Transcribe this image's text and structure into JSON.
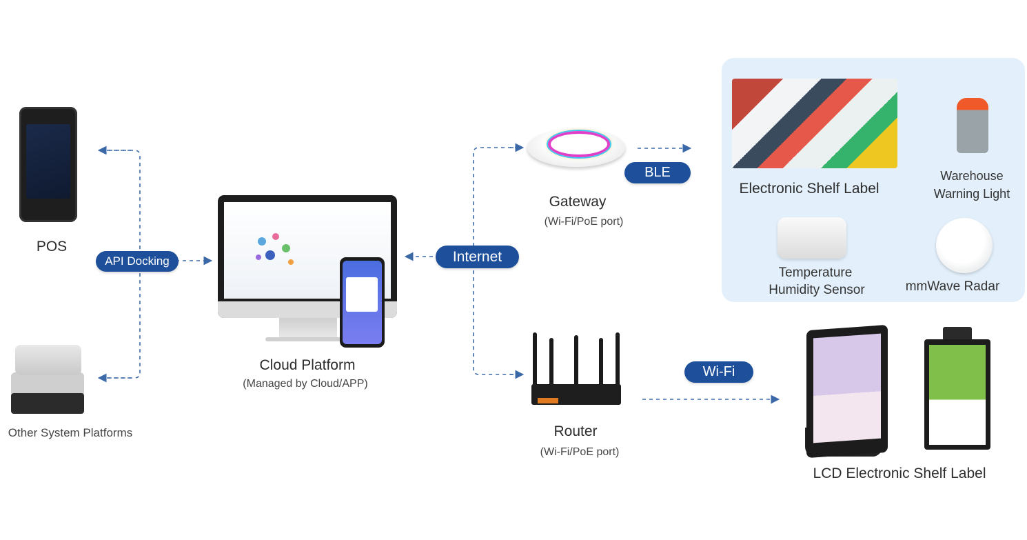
{
  "nodes": {
    "pos": "POS",
    "other_platforms": "Other System Platforms",
    "cloud_platform": "Cloud Platform",
    "cloud_platform_sub": "(Managed by Cloud/APP)",
    "gateway": "Gateway",
    "gateway_sub": "(Wi-Fi/PoE  port)",
    "router": "Router",
    "router_sub": "(Wi-Fi/PoE port)",
    "esl": "Electronic Shelf Label",
    "warehouse_light_line1": "Warehouse",
    "warehouse_light_line2": "Warning Light",
    "sensor_line1": "Temperature",
    "sensor_line2": "Humidity Sensor",
    "radar": "mmWave Radar",
    "lcd_esl": "LCD Electronic Shelf Label"
  },
  "connections": {
    "api_docking": "API Docking",
    "internet": "Internet",
    "ble": "BLE",
    "wifi": "Wi-Fi"
  },
  "colors": {
    "pill": "#1d4f9a",
    "arrow": "#3b69a8",
    "panel": "#e3f0fb"
  }
}
